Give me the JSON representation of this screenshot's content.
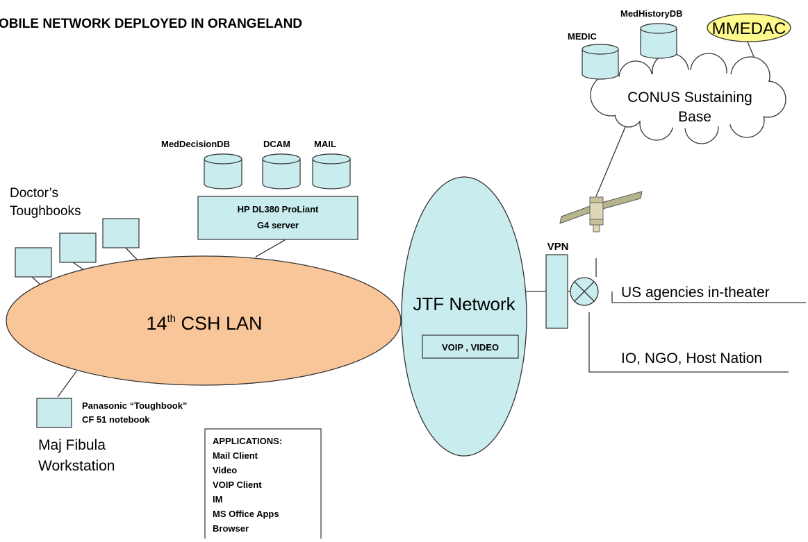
{
  "title": "OBILE NETWORK DEPLOYED IN ORANGELAND",
  "colors": {
    "node_fill": "#c9ecee",
    "node_dark": "#a9d8dc",
    "lan_fill": "#f9c69a",
    "mmedac_fill": "#fffa8c",
    "line": "#333333"
  },
  "databases": {
    "med_decision": "MedDecisionDB",
    "dcam": "DCAM",
    "mail": "MAIL",
    "medic": "MEDIC",
    "med_history": "MedHistoryDB"
  },
  "server": {
    "line1": "HP DL380 ProLiant",
    "line2": "G4 server"
  },
  "toughbooks": {
    "line1": "Doctor’s",
    "line2": "Toughbooks"
  },
  "lan": {
    "prefix": "14",
    "superscript": "th",
    "suffix": " CSH LAN"
  },
  "jtf": {
    "label": "JTF Network",
    "services": "VOIP , VIDEO"
  },
  "vpn": "VPN",
  "mmedac": "MMEDAC",
  "conus": {
    "line1": "CONUS Sustaining",
    "line2": "Base"
  },
  "links": {
    "us_agencies": "US agencies in-theater",
    "io_ngo": "IO, NGO, Host Nation"
  },
  "workstation": {
    "note_line1": "Panasonic “Toughbook”",
    "note_line2": "CF 51 notebook",
    "name_line1": "Maj Fibula",
    "name_line2": "Workstation"
  },
  "applications": {
    "heading": "APPLICATIONS:",
    "items": [
      "Mail Client",
      "Video",
      "VOIP Client",
      "IM",
      "MS Office Apps",
      "Browser"
    ]
  }
}
